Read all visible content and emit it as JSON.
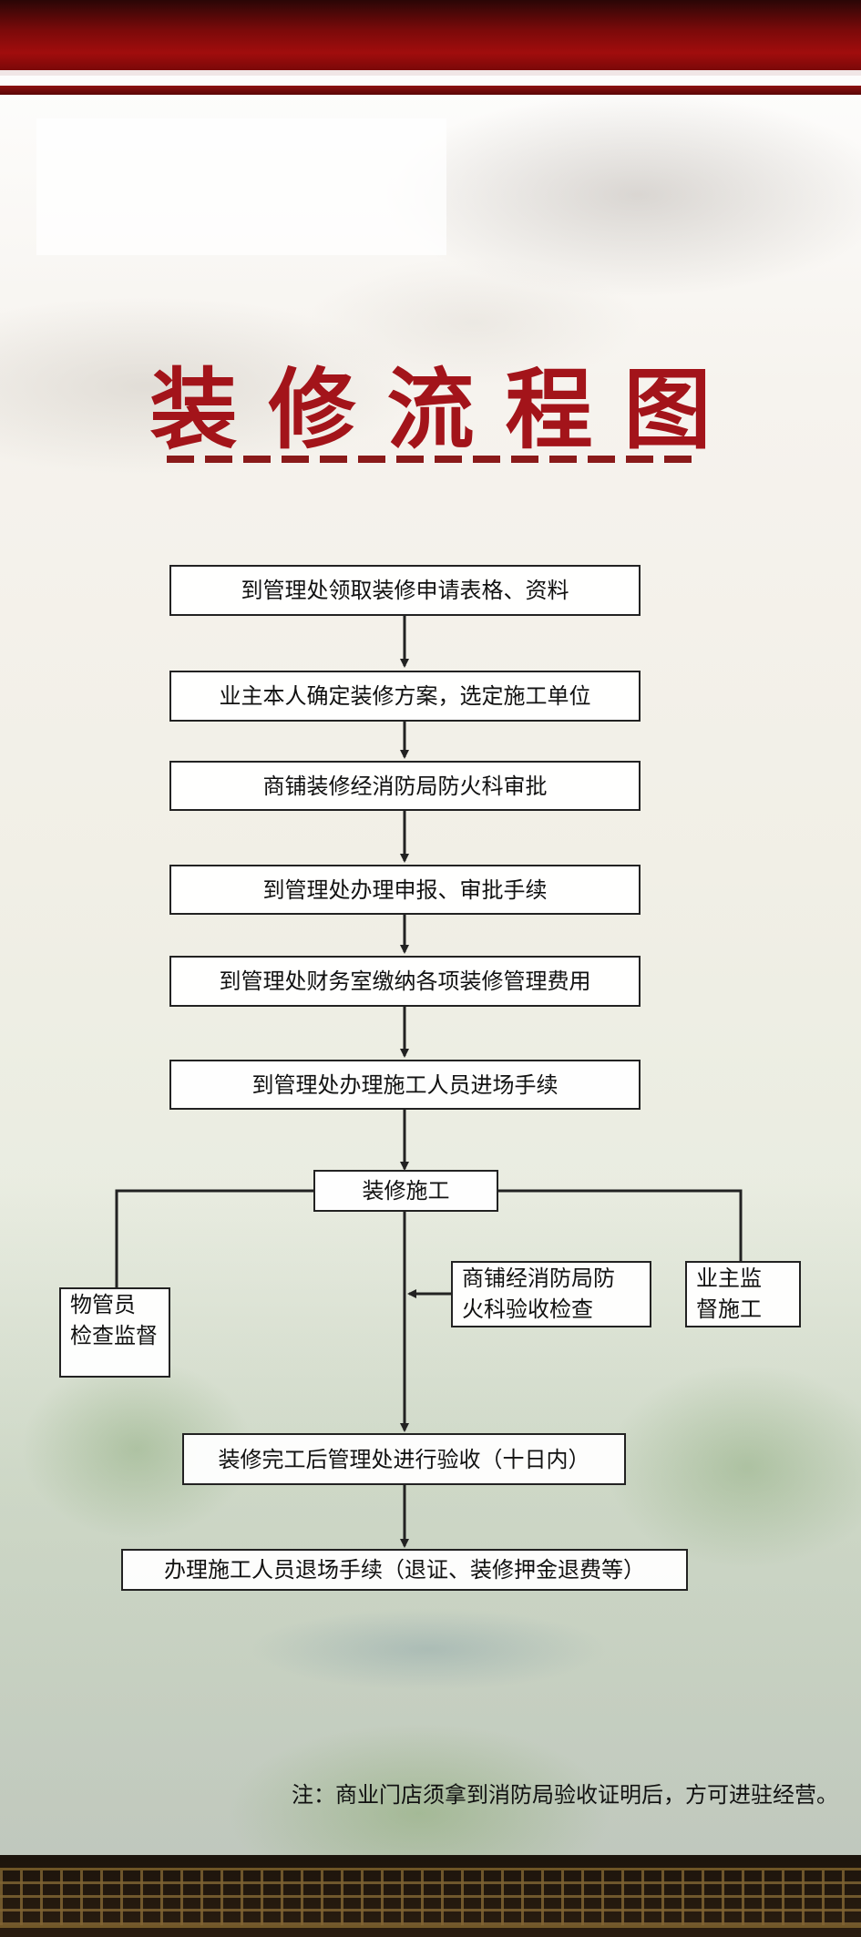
{
  "title": "装修流程图",
  "colors": {
    "title": "#a3141a",
    "banner": "#8a0b0b",
    "line": "#222222"
  },
  "steps": [
    "到管理处领取装修申请表格、资料",
    "业主本人确定装修方案，选定施工单位",
    "商铺装修经消防局防火科审批",
    "到管理处办理申报、审批手续",
    "到管理处财务室缴纳各项装修管理费用",
    "到管理处办理施工人员进场手续"
  ],
  "construction": "装修施工",
  "side": {
    "property_manager": [
      "物管员",
      "检查监督"
    ],
    "fire_inspection": [
      "商铺经消防局防",
      "火科验收检查"
    ],
    "owner_supervise": [
      "业主监",
      "督施工"
    ]
  },
  "completion": "装修完工后管理处进行验收（十日内）",
  "exit": "办理施工人员退场手续（退证、装修押金退费等）",
  "note": "注：商业门店须拿到消防局验收证明后，方可进驻经营。"
}
